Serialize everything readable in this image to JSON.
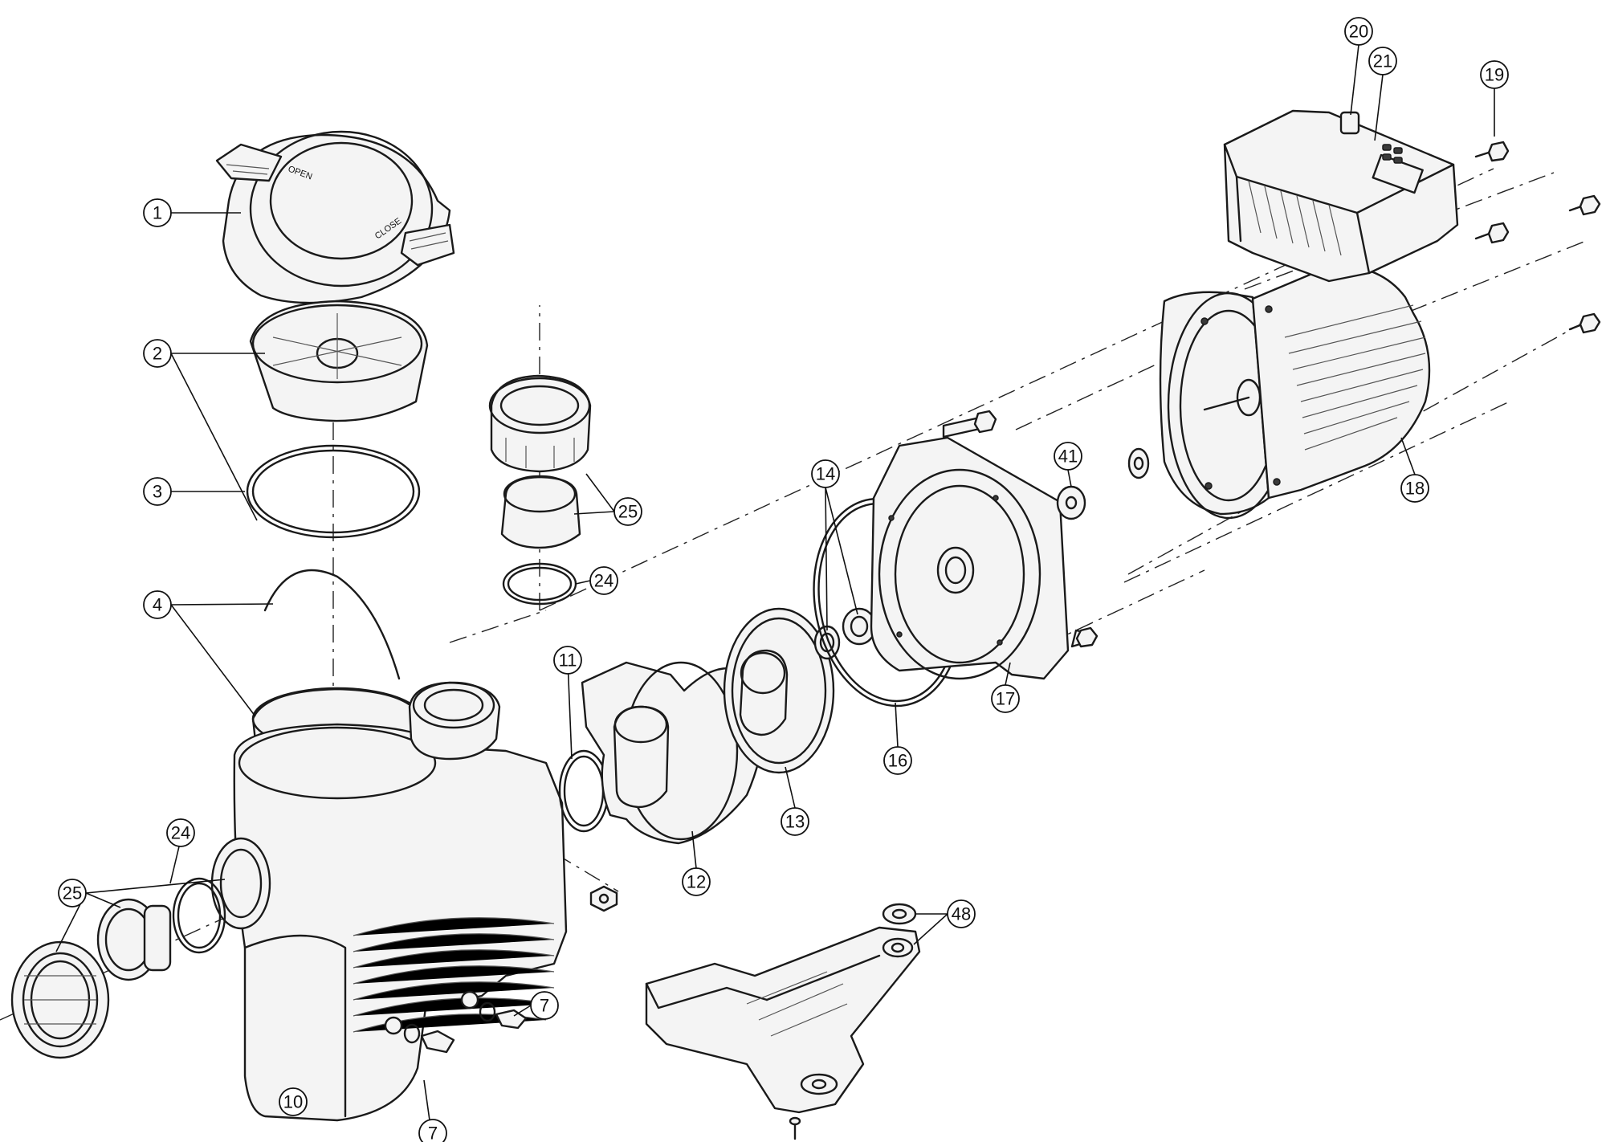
{
  "callouts": [
    {
      "id": "c1",
      "label": "1"
    },
    {
      "id": "c2",
      "label": "2"
    },
    {
      "id": "c3",
      "label": "3"
    },
    {
      "id": "c4",
      "label": "4"
    },
    {
      "id": "c7a",
      "label": "7"
    },
    {
      "id": "c7b",
      "label": "7"
    },
    {
      "id": "c10",
      "label": "10"
    },
    {
      "id": "c11",
      "label": "11"
    },
    {
      "id": "c12",
      "label": "12"
    },
    {
      "id": "c13",
      "label": "13"
    },
    {
      "id": "c14",
      "label": "14"
    },
    {
      "id": "c16",
      "label": "16"
    },
    {
      "id": "c17",
      "label": "17"
    },
    {
      "id": "c18",
      "label": "18"
    },
    {
      "id": "c19",
      "label": "19"
    },
    {
      "id": "c20",
      "label": "20"
    },
    {
      "id": "c21",
      "label": "21"
    },
    {
      "id": "c24a",
      "label": "24"
    },
    {
      "id": "c24b",
      "label": "24"
    },
    {
      "id": "c25a",
      "label": "25"
    },
    {
      "id": "c25b",
      "label": "25"
    },
    {
      "id": "c41",
      "label": "41"
    },
    {
      "id": "c48",
      "label": "48"
    }
  ],
  "lid_markings": {
    "open": "OPEN",
    "close": "CLOSE"
  },
  "icons": [
    "lid-icon",
    "pump-housing-icon",
    "motor-icon",
    "bolt-icon",
    "o-ring-icon"
  ]
}
